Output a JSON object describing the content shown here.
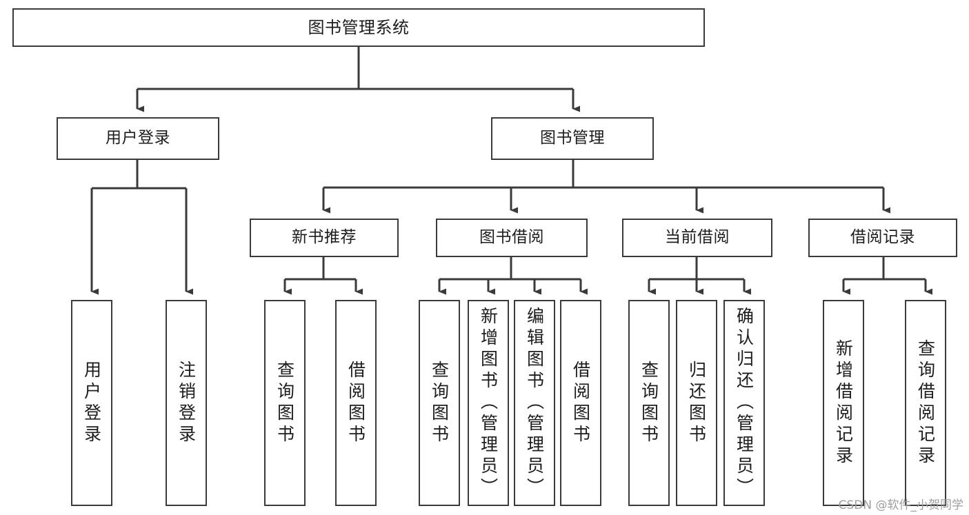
{
  "diagram": {
    "title": "图书管理系统",
    "type": "功能结构图",
    "style": {
      "stroke": "#3a3a3a",
      "fill": "#ffffff",
      "text": "#1c1c1c",
      "watermark_color": "#9d9d9d",
      "background": "#ffffff"
    },
    "root": {
      "label": "图书管理系统"
    },
    "level2": [
      {
        "label": "用户登录"
      },
      {
        "label": "图书管理"
      }
    ],
    "level3": [
      {
        "label": "新书推荐"
      },
      {
        "label": "图书借阅"
      },
      {
        "label": "当前借阅"
      },
      {
        "label": "借阅记录"
      }
    ],
    "leaves": {
      "user_login": [
        {
          "label": "用户登录"
        },
        {
          "label": "注销登录"
        }
      ],
      "new_book": [
        {
          "label": "查询图书"
        },
        {
          "label": "借阅图书"
        }
      ],
      "book_borrow": [
        {
          "label": "查询图书"
        },
        {
          "label": "新增图书（管理员）"
        },
        {
          "label": "编辑图书（管理员）"
        },
        {
          "label": "借阅图书"
        }
      ],
      "current_borrow": [
        {
          "label": "查询图书"
        },
        {
          "label": "归还图书"
        },
        {
          "label": "确认归还（管理员）"
        }
      ],
      "borrow_record": [
        {
          "label": "新增借阅记录"
        },
        {
          "label": "查询借阅记录"
        }
      ]
    }
  },
  "watermark": {
    "text": "CSDN @软件_小贺同学"
  }
}
